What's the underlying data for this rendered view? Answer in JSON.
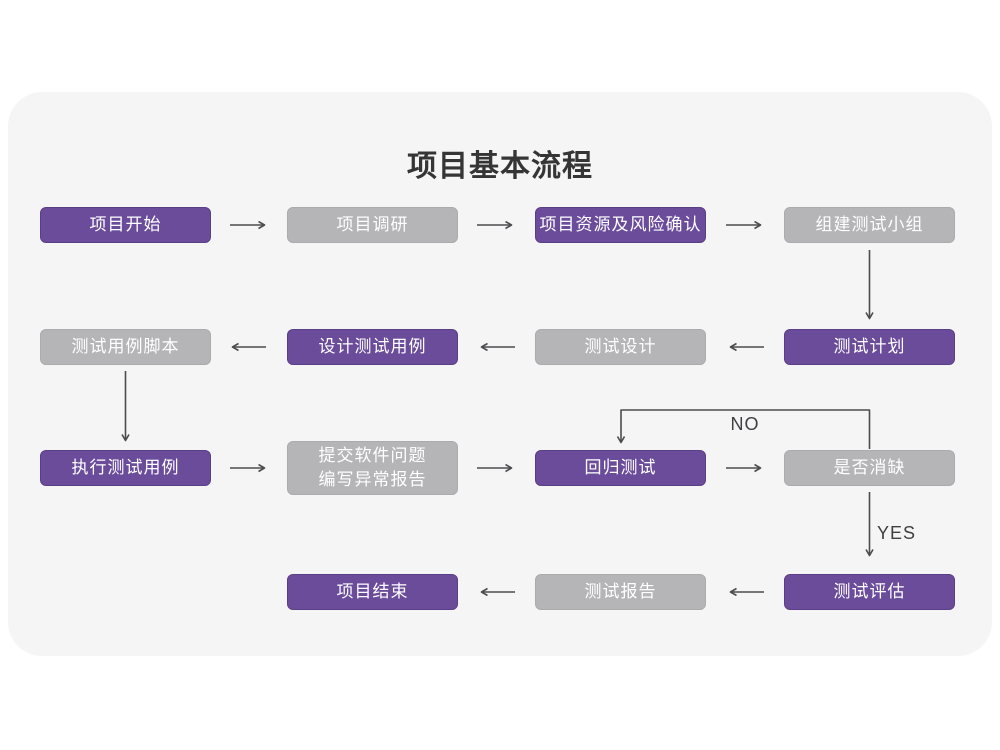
{
  "title": "项目基本流程",
  "edge_labels": {
    "no": "NO",
    "yes": "YES"
  },
  "colors": {
    "canvas_bg": "#ffffff",
    "card_bg": "#f5f5f6",
    "node_purple": "#6b4c9b",
    "node_purple_border": "#5b3f86",
    "node_gray": "#b5b4b6",
    "node_gray_border": "#ababad",
    "node_text": "#ffffff",
    "arrow": "#4c4c4e",
    "title_text": "#353535",
    "edge_label_text": "#3f3f41"
  },
  "nodes": [
    {
      "label": "项目开始",
      "variant": "purple",
      "row": 1,
      "col": 1
    },
    {
      "label": "项目调研",
      "variant": "gray",
      "row": 1,
      "col": 2
    },
    {
      "label": "项目资源及风险确认",
      "variant": "purple",
      "row": 1,
      "col": 3
    },
    {
      "label": "组建测试小组",
      "variant": "gray",
      "row": 1,
      "col": 4
    },
    {
      "label": "测试用例脚本",
      "variant": "gray",
      "row": 2,
      "col": 1
    },
    {
      "label": "设计测试用例",
      "variant": "purple",
      "row": 2,
      "col": 2
    },
    {
      "label": "测试设计",
      "variant": "gray",
      "row": 2,
      "col": 3
    },
    {
      "label": "测试计划",
      "variant": "purple",
      "row": 2,
      "col": 4
    },
    {
      "label": "执行测试用例",
      "variant": "purple",
      "row": 3,
      "col": 1
    },
    {
      "label": "提交软件问题\n编写异常报告",
      "variant": "gray",
      "row": 3,
      "col": 2
    },
    {
      "label": "回归测试",
      "variant": "purple",
      "row": 3,
      "col": 3
    },
    {
      "label": "是否消缺",
      "variant": "gray",
      "row": 3,
      "col": 4
    },
    {
      "label": "项目结束",
      "variant": "purple",
      "row": 4,
      "col": 2
    },
    {
      "label": "测试报告",
      "variant": "gray",
      "row": 4,
      "col": 3
    },
    {
      "label": "测试评估",
      "variant": "purple",
      "row": 4,
      "col": 4
    }
  ],
  "edges": [
    {
      "from": "项目开始",
      "to": "项目调研",
      "label": ""
    },
    {
      "from": "项目调研",
      "to": "项目资源及风险确认",
      "label": ""
    },
    {
      "from": "项目资源及风险确认",
      "to": "组建测试小组",
      "label": ""
    },
    {
      "from": "组建测试小组",
      "to": "测试计划",
      "label": ""
    },
    {
      "from": "测试计划",
      "to": "测试设计",
      "label": ""
    },
    {
      "from": "测试设计",
      "to": "设计测试用例",
      "label": ""
    },
    {
      "from": "设计测试用例",
      "to": "测试用例脚本",
      "label": ""
    },
    {
      "from": "测试用例脚本",
      "to": "执行测试用例",
      "label": ""
    },
    {
      "from": "执行测试用例",
      "to": "提交软件问题 编写异常报告",
      "label": ""
    },
    {
      "from": "提交软件问题 编写异常报告",
      "to": "回归测试",
      "label": ""
    },
    {
      "from": "回归测试",
      "to": "是否消缺",
      "label": ""
    },
    {
      "from": "是否消缺",
      "to": "回归测试",
      "label": "NO"
    },
    {
      "from": "是否消缺",
      "to": "测试评估",
      "label": "YES"
    },
    {
      "from": "测试评估",
      "to": "测试报告",
      "label": ""
    },
    {
      "from": "测试报告",
      "to": "项目结束",
      "label": ""
    }
  ]
}
